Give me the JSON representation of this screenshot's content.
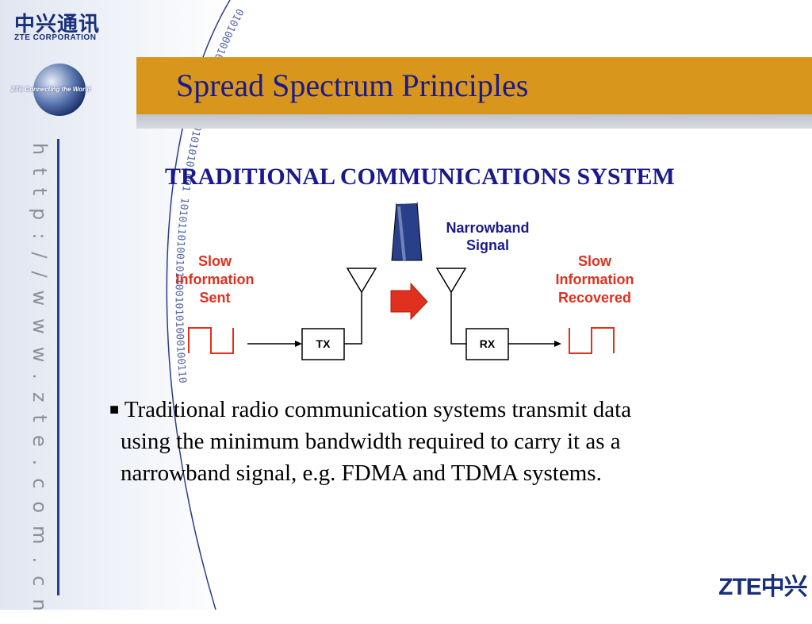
{
  "branding": {
    "logo_cn": "中兴通讯",
    "logo_en": "ZTE CORPORATION",
    "globe_tagline": "ZTE Connecting the World",
    "vertical_url": "http://www.zte.com.cn",
    "bottom_brand": "ZTE中兴"
  },
  "slide": {
    "title": "Spread Spectrum Principles",
    "subtitle": "TRADITIONAL COMMUNICATIONS SYSTEM"
  },
  "diagram": {
    "left_label": [
      "Slow",
      "Information",
      "Sent"
    ],
    "right_label": [
      "Slow",
      "Information",
      "Recovered"
    ],
    "signal_label": [
      "Narrowband",
      "Signal"
    ],
    "tx_label": "TX",
    "rx_label": "RX"
  },
  "bullet": {
    "marker": "■",
    "line1": "Traditional radio communication systems transmit data",
    "line2": "using the minimum bandwidth required to carry it as a",
    "line3": "narrowband signal, e.g. FDMA and TDMA systems."
  },
  "colors": {
    "title_band": "#d8961c",
    "title_text": "#1a1a8c",
    "label_red": "#e0301e",
    "arrow_fill": "#e0301e",
    "signal_fill": "#2a3f8a"
  }
}
